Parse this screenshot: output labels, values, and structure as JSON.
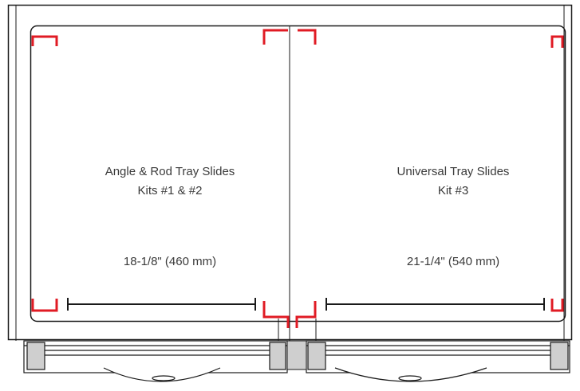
{
  "left_section": {
    "title_line1": "Angle & Rod Tray Slides",
    "title_line2": "Kits #1 & #2",
    "dimension": "18-1/8\" (460 mm)"
  },
  "right_section": {
    "title_line1": "Universal Tray Slides",
    "title_line2": "Kit #3",
    "dimension": "21-1/4\" (540 mm)"
  },
  "colors": {
    "outline": "#1a1a1a",
    "corner_marks": "#e01b24",
    "text": "#3a3a3a"
  }
}
